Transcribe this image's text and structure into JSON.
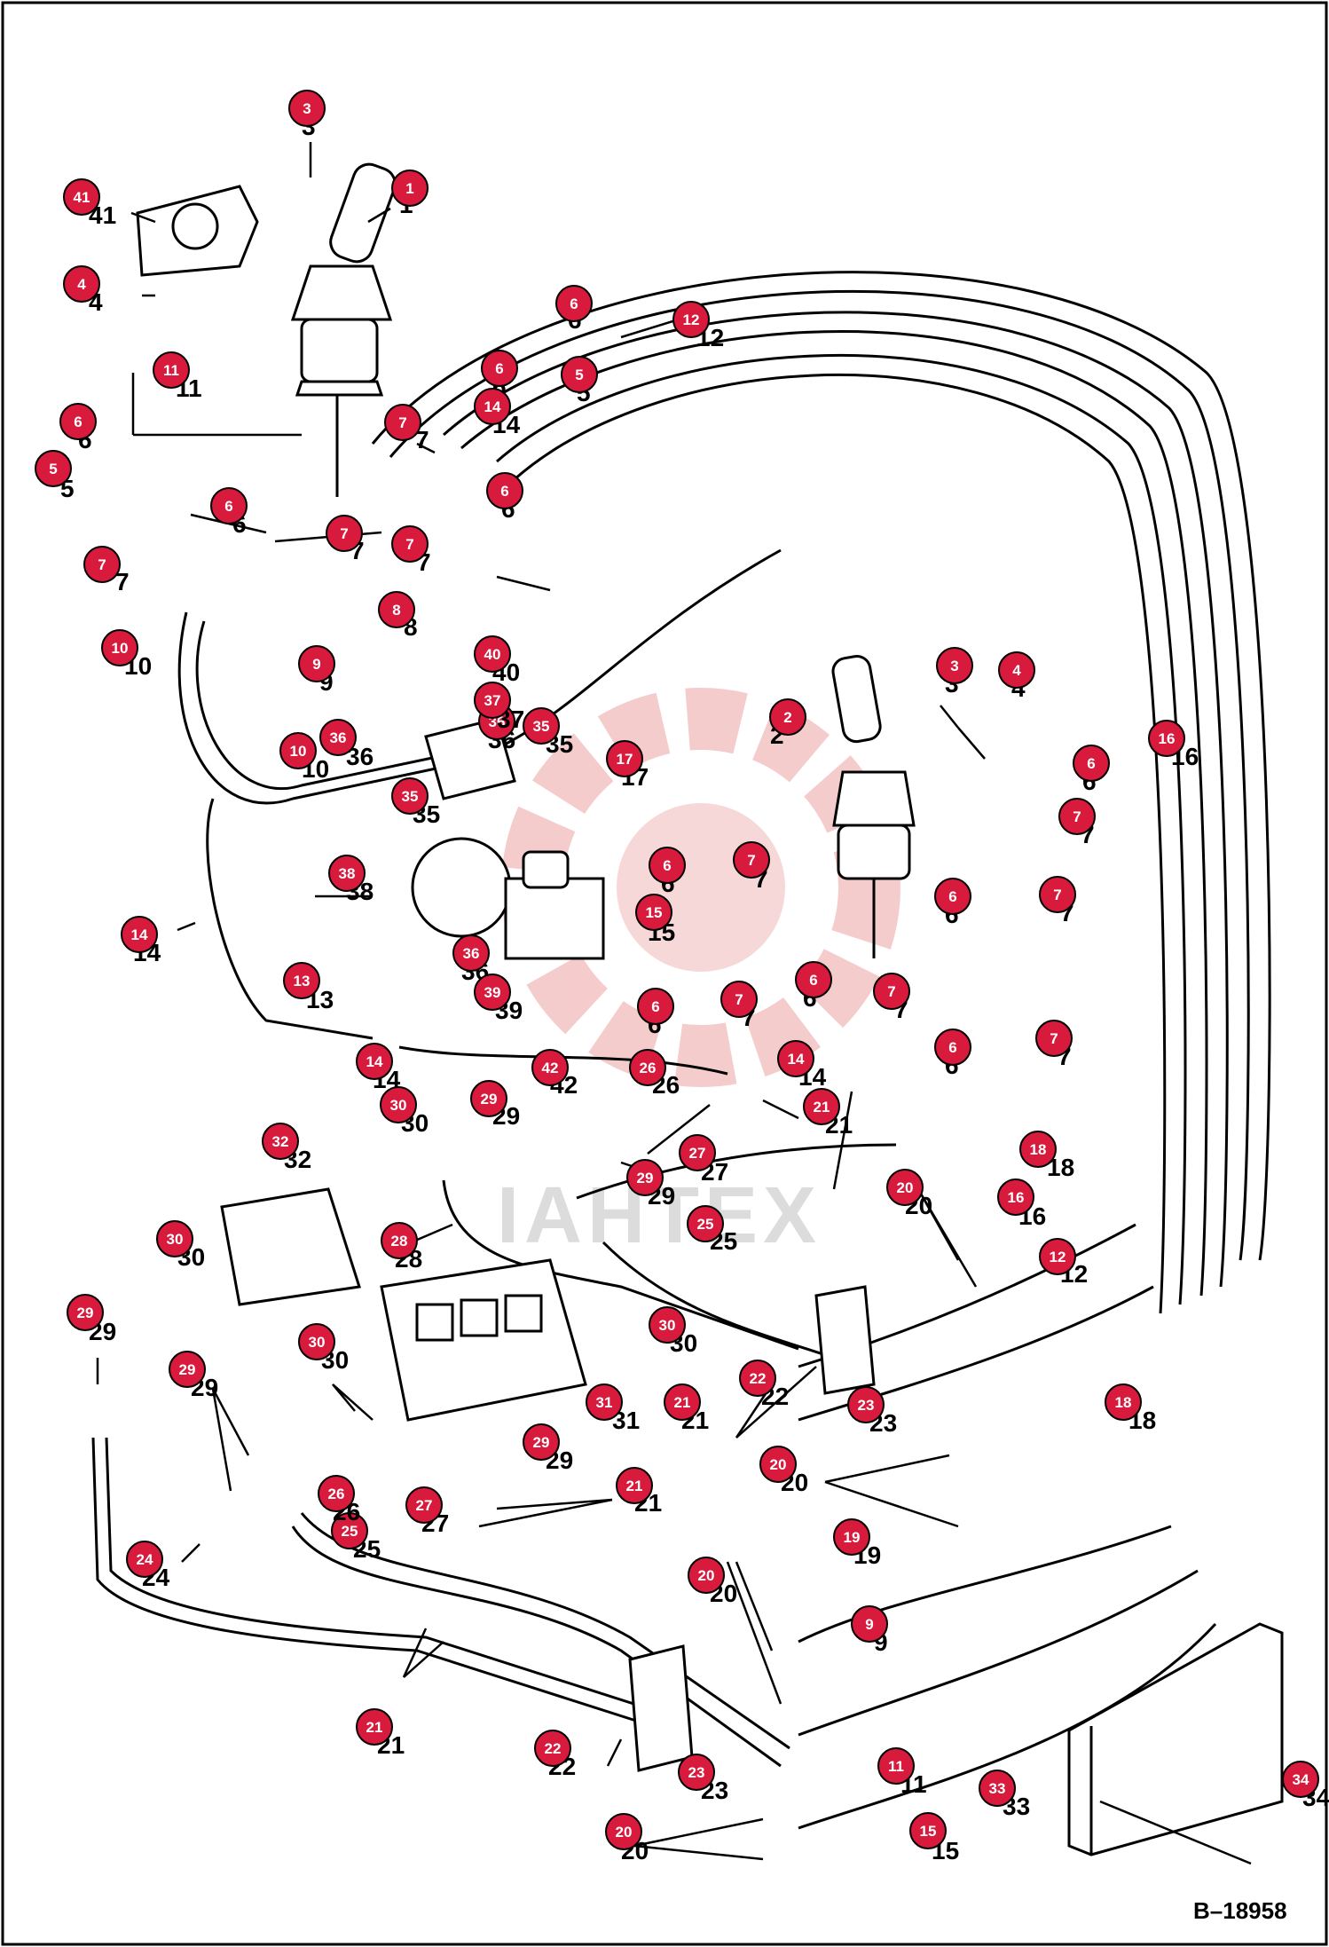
{
  "figure_ref": "B–18958",
  "watermark_text": "IAHTEX",
  "colors": {
    "badge": "#d81a3c",
    "ink": "#000000",
    "watermark_gear": "#f4c6c6",
    "watermark_text": "#d9d9d9"
  },
  "callouts": [
    {
      "id": "c1",
      "label": "1"
    },
    {
      "id": "c2",
      "label": "2"
    },
    {
      "id": "c3a",
      "label": "3"
    },
    {
      "id": "c3b",
      "label": "3"
    },
    {
      "id": "c4a",
      "label": "4"
    },
    {
      "id": "c4b",
      "label": "4"
    },
    {
      "id": "c5a",
      "label": "5"
    },
    {
      "id": "c5b",
      "label": "5"
    },
    {
      "id": "c6a",
      "label": "6"
    },
    {
      "id": "c6b",
      "label": "6"
    },
    {
      "id": "c6c",
      "label": "6"
    },
    {
      "id": "c6d",
      "label": "6"
    },
    {
      "id": "c6e",
      "label": "6"
    },
    {
      "id": "c6f",
      "label": "6"
    },
    {
      "id": "c6g",
      "label": "6"
    },
    {
      "id": "c6h",
      "label": "6"
    },
    {
      "id": "c6i",
      "label": "6"
    },
    {
      "id": "c6j",
      "label": "6"
    },
    {
      "id": "c6k",
      "label": "6"
    },
    {
      "id": "c7a",
      "label": "7"
    },
    {
      "id": "c7b",
      "label": "7"
    },
    {
      "id": "c7c",
      "label": "7"
    },
    {
      "id": "c7d",
      "label": "7"
    },
    {
      "id": "c7e",
      "label": "7"
    },
    {
      "id": "c7f",
      "label": "7"
    },
    {
      "id": "c7g",
      "label": "7"
    },
    {
      "id": "c7h",
      "label": "7"
    },
    {
      "id": "c7i",
      "label": "7"
    },
    {
      "id": "c7j",
      "label": "7"
    },
    {
      "id": "c8",
      "label": "8"
    },
    {
      "id": "c9a",
      "label": "9"
    },
    {
      "id": "c9b",
      "label": "9"
    },
    {
      "id": "c10a",
      "label": "10"
    },
    {
      "id": "c10b",
      "label": "10"
    },
    {
      "id": "c11a",
      "label": "11"
    },
    {
      "id": "c11b",
      "label": "11"
    },
    {
      "id": "c12a",
      "label": "12"
    },
    {
      "id": "c12b",
      "label": "12"
    },
    {
      "id": "c13",
      "label": "13"
    },
    {
      "id": "c14a",
      "label": "14"
    },
    {
      "id": "c14b",
      "label": "14"
    },
    {
      "id": "c14c",
      "label": "14"
    },
    {
      "id": "c14d",
      "label": "14"
    },
    {
      "id": "c15a",
      "label": "15"
    },
    {
      "id": "c15b",
      "label": "15"
    },
    {
      "id": "c16a",
      "label": "16"
    },
    {
      "id": "c16b",
      "label": "16"
    },
    {
      "id": "c17",
      "label": "17"
    },
    {
      "id": "c18a",
      "label": "18"
    },
    {
      "id": "c18b",
      "label": "18"
    },
    {
      "id": "c19",
      "label": "19"
    },
    {
      "id": "c20a",
      "label": "20"
    },
    {
      "id": "c20b",
      "label": "20"
    },
    {
      "id": "c20c",
      "label": "20"
    },
    {
      "id": "c20d",
      "label": "20"
    },
    {
      "id": "c21a",
      "label": "21"
    },
    {
      "id": "c21b",
      "label": "21"
    },
    {
      "id": "c21c",
      "label": "21"
    },
    {
      "id": "c21d",
      "label": "21"
    },
    {
      "id": "c22a",
      "label": "22"
    },
    {
      "id": "c22b",
      "label": "22"
    },
    {
      "id": "c23a",
      "label": "23"
    },
    {
      "id": "c23b",
      "label": "23"
    },
    {
      "id": "c24",
      "label": "24"
    },
    {
      "id": "c25a",
      "label": "25"
    },
    {
      "id": "c25b",
      "label": "25"
    },
    {
      "id": "c26a",
      "label": "26"
    },
    {
      "id": "c26b",
      "label": "26"
    },
    {
      "id": "c27a",
      "label": "27"
    },
    {
      "id": "c27b",
      "label": "27"
    },
    {
      "id": "c28",
      "label": "28"
    },
    {
      "id": "c29a",
      "label": "29"
    },
    {
      "id": "c29b",
      "label": "29"
    },
    {
      "id": "c29c",
      "label": "29"
    },
    {
      "id": "c29d",
      "label": "29"
    },
    {
      "id": "c29e",
      "label": "29"
    },
    {
      "id": "c30a",
      "label": "30"
    },
    {
      "id": "c30b",
      "label": "30"
    },
    {
      "id": "c30c",
      "label": "30"
    },
    {
      "id": "c30d",
      "label": "30"
    },
    {
      "id": "c31",
      "label": "31"
    },
    {
      "id": "c32",
      "label": "32"
    },
    {
      "id": "c33",
      "label": "33"
    },
    {
      "id": "c34",
      "label": "34"
    },
    {
      "id": "c35a",
      "label": "35"
    },
    {
      "id": "c35b",
      "label": "35"
    },
    {
      "id": "c36a",
      "label": "36"
    },
    {
      "id": "c36b",
      "label": "36"
    },
    {
      "id": "c36c",
      "label": "36"
    },
    {
      "id": "c37",
      "label": "37"
    },
    {
      "id": "c38",
      "label": "38"
    },
    {
      "id": "c39",
      "label": "39"
    },
    {
      "id": "c40",
      "label": "40"
    },
    {
      "id": "c41",
      "label": "41"
    },
    {
      "id": "c42",
      "label": "42"
    }
  ]
}
